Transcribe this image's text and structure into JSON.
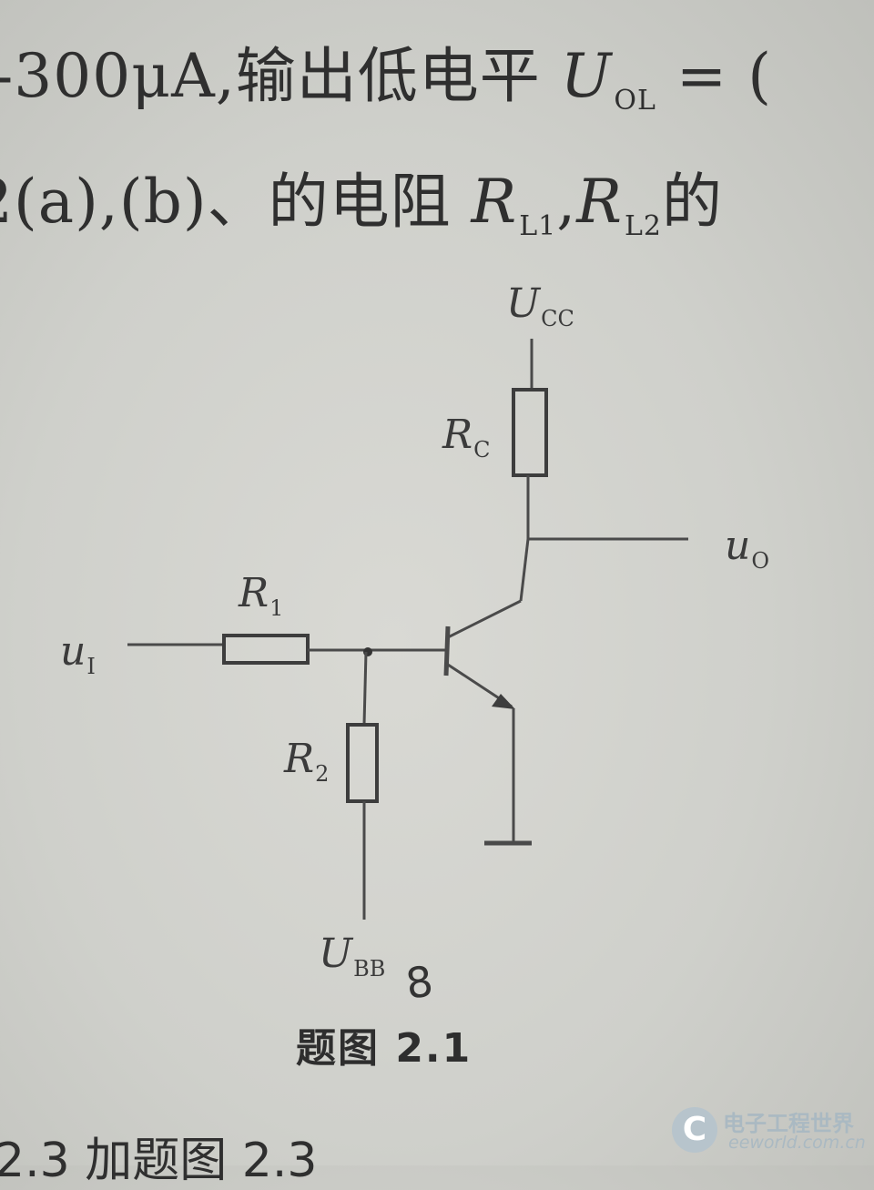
{
  "text_lines": {
    "line1": {
      "prefix": "-300μA,输出低电平 ",
      "var": "U",
      "sub": "OL",
      "suffix": " = ("
    },
    "line2": {
      "prefix": "2(a),(b)、的电阻 ",
      "var1": "R",
      "sub1": "L1",
      "mid": ",",
      "var2": "R",
      "sub2": "L2",
      "suffix": "的"
    }
  },
  "labels": {
    "ucc": {
      "main": "U",
      "sub": "CC"
    },
    "rc": {
      "main": "R",
      "sub": "C"
    },
    "uo": {
      "main": "u",
      "sub": "O"
    },
    "r1": {
      "main": "R",
      "sub": "1"
    },
    "ui": {
      "main": "u",
      "sub": "I"
    },
    "r2": {
      "main": "R",
      "sub": "2"
    },
    "ubb": {
      "main": "U",
      "sub": "BB"
    }
  },
  "handwritten_mark": "8",
  "caption": "题图 2.1",
  "bottom_text": "2.3  加题图 2.3",
  "watermark": {
    "logo_letter": "C",
    "name": "电子工程世界",
    "url": "eeworld.com.cn"
  }
}
